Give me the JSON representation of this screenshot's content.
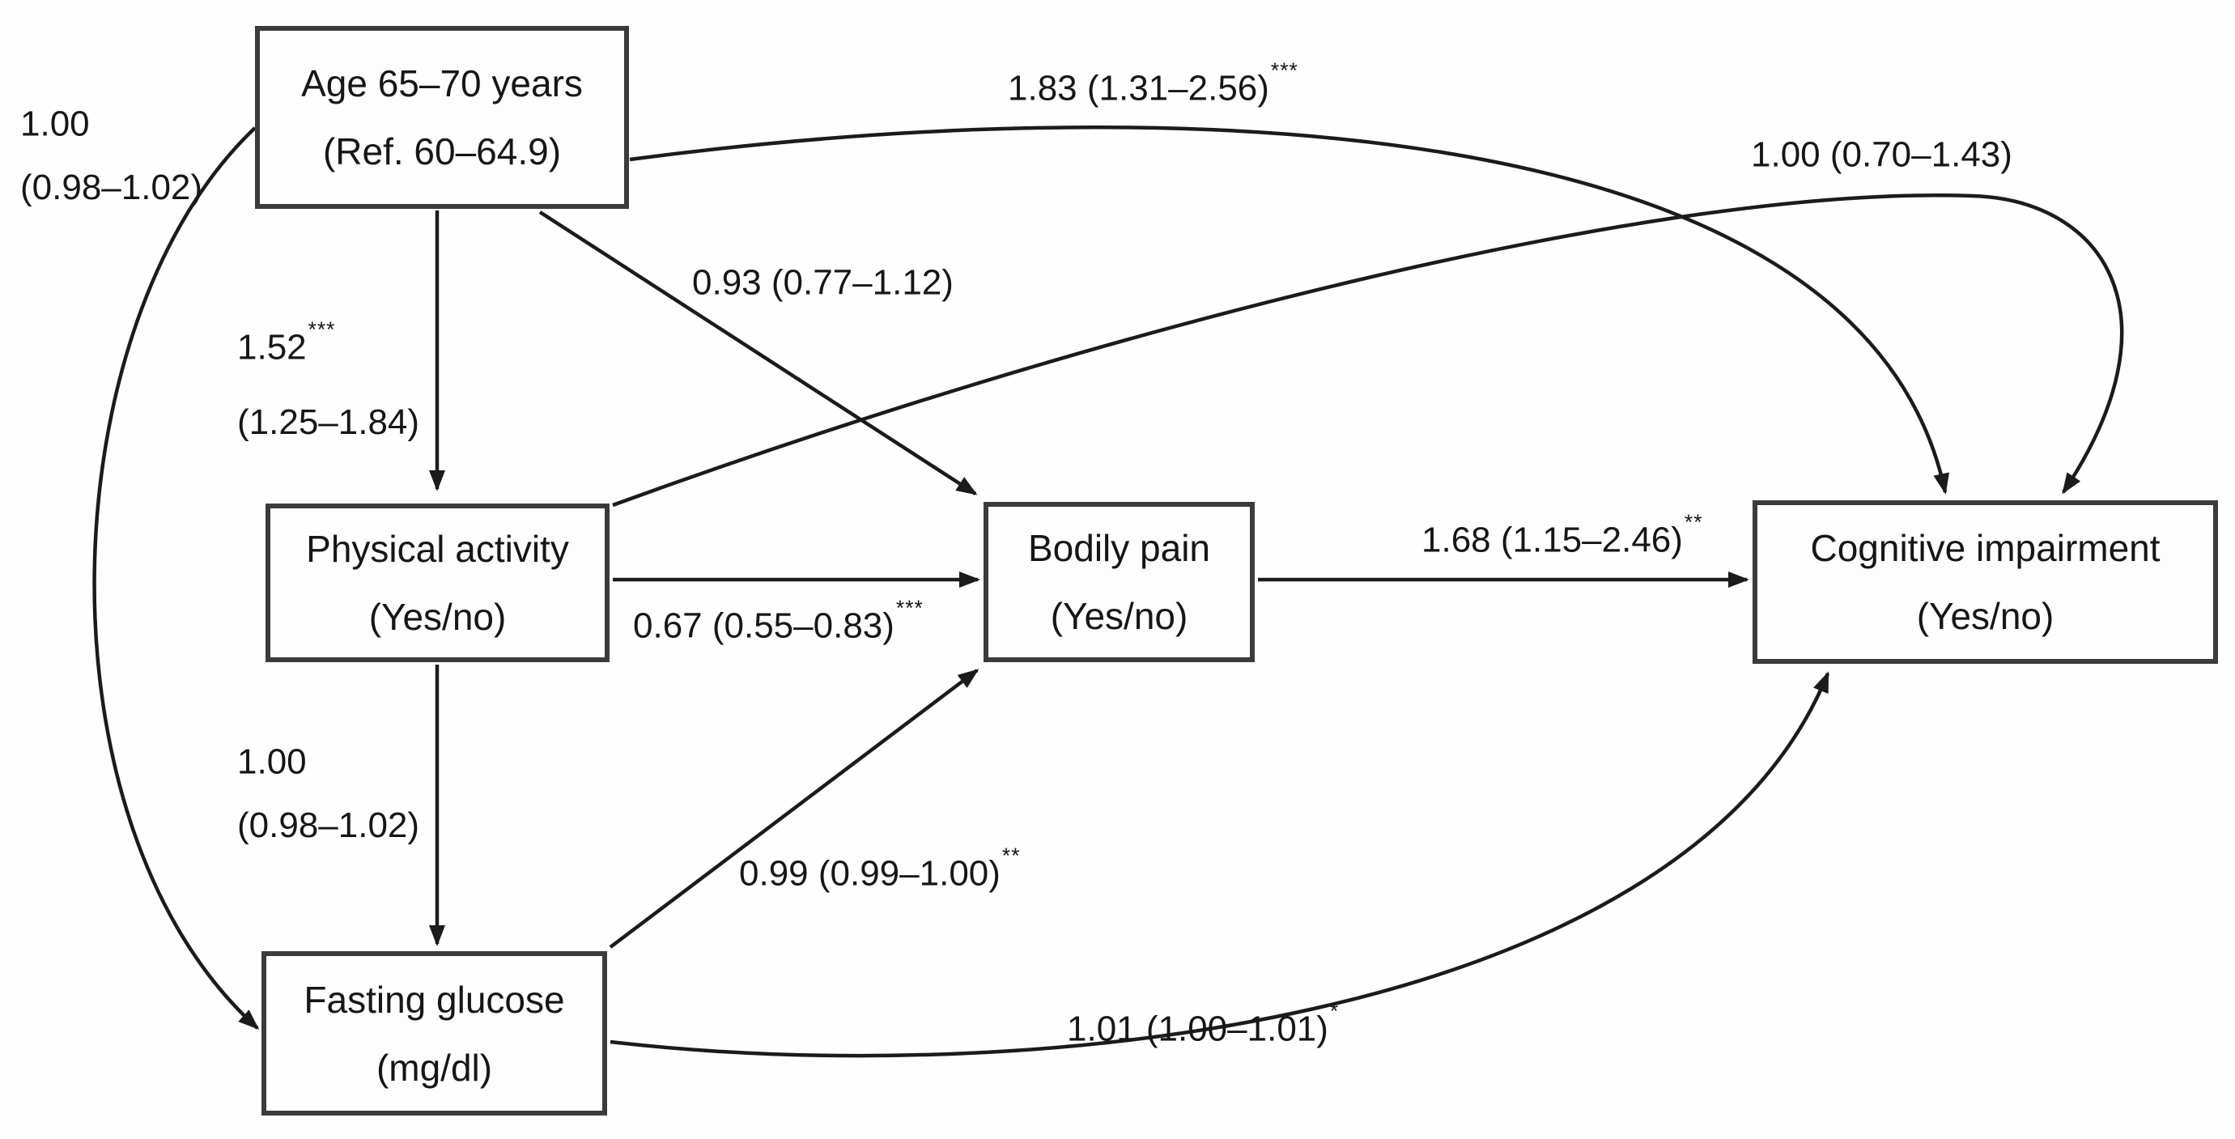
{
  "figure": {
    "type": "path-diagram",
    "background_color": "#fefefe",
    "line_color": "#1b1b1b",
    "box_border_color": "#3b3b3b"
  },
  "nodes": {
    "age": {
      "line1": "Age 65–70 years",
      "line2": "(Ref. 60–64.9)"
    },
    "physical_activity": {
      "line1": "Physical activity",
      "line2": "(Yes/no)"
    },
    "bodily_pain": {
      "line1": "Bodily pain",
      "line2": "(Yes/no)"
    },
    "cognitive": {
      "line1": "Cognitive impairment",
      "line2": "(Yes/no)"
    },
    "fasting_glucose": {
      "line1": "Fasting glucose",
      "line2": "(mg/dl)"
    }
  },
  "edges": {
    "age_physical": {
      "from": "age",
      "to": "physical_activity",
      "line1": "1.52",
      "sig": "***",
      "line2": "(1.25–1.84)"
    },
    "age_cognitive": {
      "from": "age",
      "to": "cognitive",
      "text": "1.83 (1.31–2.56)",
      "sig": "***"
    },
    "age_bodily": {
      "from": "age",
      "to": "bodily_pain",
      "text": "0.93 (0.77–1.12)",
      "sig": ""
    },
    "age_fasting": {
      "from": "age",
      "to": "fasting_glucose",
      "line1": "1.00",
      "sig": "",
      "line2": "(0.98–1.02)"
    },
    "physical_bodily": {
      "from": "physical_activity",
      "to": "bodily_pain",
      "text": "0.67 (0.55–0.83)",
      "sig": "***"
    },
    "physical_cognitive": {
      "from": "physical_activity",
      "to": "cognitive",
      "text": "1.00 (0.70–1.43)",
      "sig": ""
    },
    "physical_fasting": {
      "from": "physical_activity",
      "to": "fasting_glucose",
      "line1": "1.00",
      "sig": "",
      "line2": "(0.98–1.02)"
    },
    "fasting_bodily": {
      "from": "fasting_glucose",
      "to": "bodily_pain",
      "text": "0.99 (0.99–1.00)",
      "sig": "**"
    },
    "fasting_cognitive": {
      "from": "fasting_glucose",
      "to": "cognitive",
      "text": "1.01 (1.00–1.01)",
      "sig": "*"
    },
    "bodily_cognitive": {
      "from": "bodily_pain",
      "to": "cognitive",
      "text": "1.68 (1.15–2.46)",
      "sig": "**"
    }
  }
}
